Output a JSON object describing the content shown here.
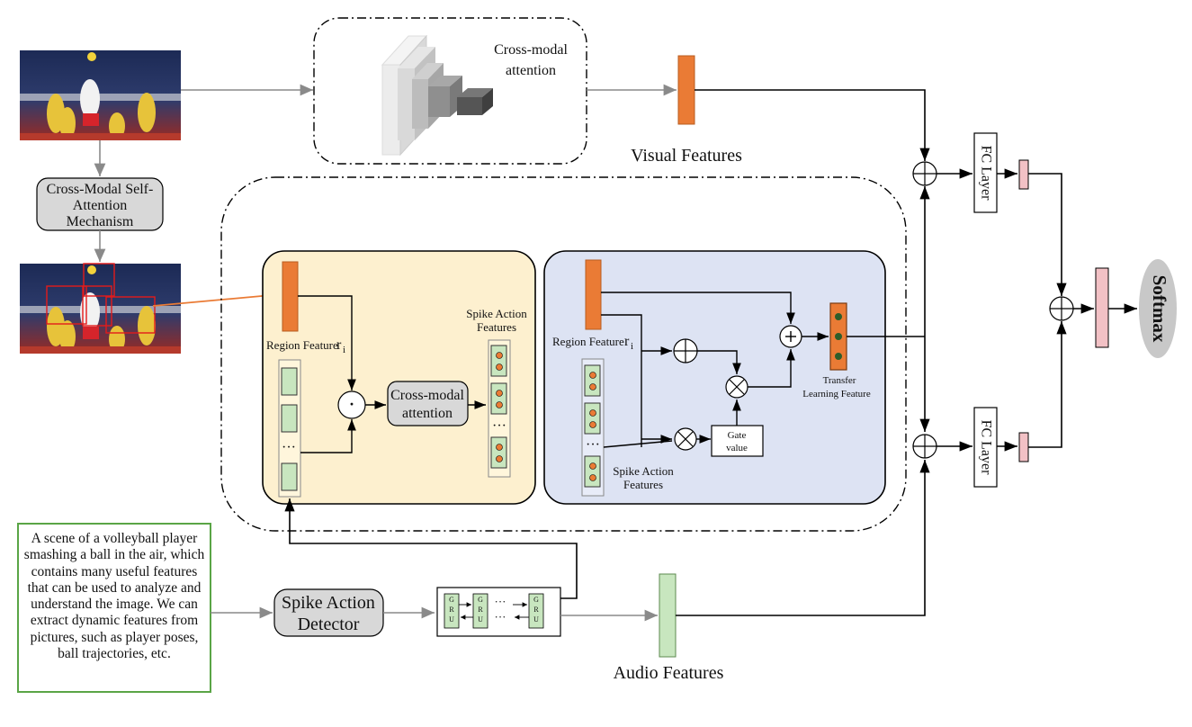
{
  "labels": {
    "cnn_label_line1": "Cross-modal",
    "cnn_label_line2": "attention",
    "visual_features": "Visual Features",
    "self_attention_line1": "Cross-Modal Self-",
    "self_attention_line2": "Attention",
    "self_attention_line3": "Mechanism",
    "region_feature_left": "Region Feature",
    "region_feature_sub_left": "r",
    "region_feature_sub_i_left": "i",
    "dot_operator": "·",
    "cross_modal_line1": "Cross-modal",
    "cross_modal_line2": "attention",
    "spike_features_top_line1": "Spike Action",
    "spike_features_top_line2": "Features",
    "region_feature_right": "Region Feature",
    "region_feature_sub_right": "r",
    "region_feature_sub_i_right": "i",
    "gate_line1": "Gate",
    "gate_line2": "value",
    "transfer_line1": "Transfer",
    "transfer_line2": "Learning Feature",
    "spike_features_bottom_line1": "Spike Action",
    "spike_features_bottom_line2": "Features",
    "fc_layer_top": "FC Layer",
    "fc_layer_bottom": "FC Layer",
    "softmax": "Softmax",
    "spike_detector_line1": "Spike Action",
    "spike_detector_line2": "Detector",
    "gru": "GRU",
    "ellipsis": "···",
    "audio_features": "Audio Features",
    "description": "A scene of a volleyball player smashing a ball in the air, which contains many useful features that can be used to analyze and understand the image. We can extract dynamic features from pictures, such as player poses, ball trajectories, etc."
  },
  "colors": {
    "orange": "#ea7b35",
    "green": "#c8e6bf",
    "pink": "#f2c1c5",
    "yellow_panel": "#fdf0cf",
    "blue_panel": "#dde3f3",
    "gray_box": "#d8d8d8",
    "description_border": "#5aa546"
  },
  "icons": {
    "image_thumbnail": "volleyball-photo",
    "sum_operator": "circled-plus-icon",
    "product_operator": "circled-times-icon"
  }
}
